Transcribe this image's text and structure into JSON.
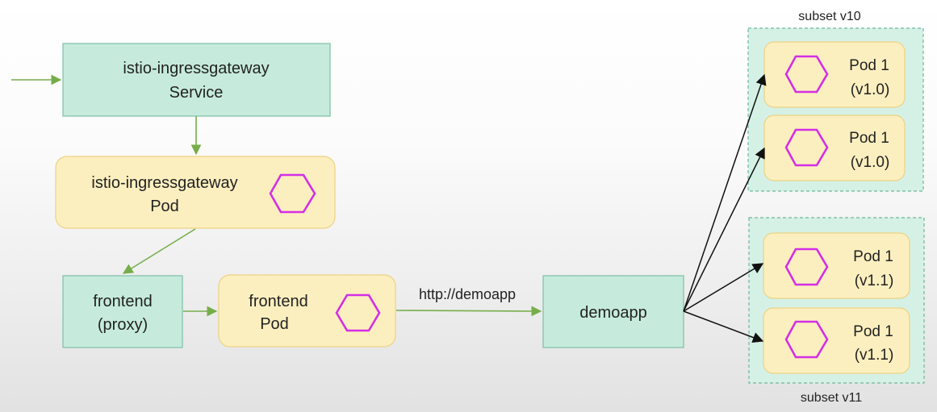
{
  "diagram": {
    "gateway_service": {
      "line1": "istio-ingressgateway",
      "line2": "Service"
    },
    "gateway_pod": {
      "line1": "istio-ingressgateway",
      "line2": "Pod"
    },
    "frontend_proxy": {
      "line1": "frontend",
      "line2": "(proxy)"
    },
    "frontend_pod": {
      "line1": "frontend",
      "line2": "Pod"
    },
    "demoapp": {
      "label": "demoapp"
    },
    "edge_label": "http://demoapp",
    "subset_v10": {
      "title": "subset v10",
      "pods": [
        {
          "name": "Pod 1",
          "version": "(v1.0)"
        },
        {
          "name": "Pod 1",
          "version": "(v1.0)"
        }
      ]
    },
    "subset_v11": {
      "title": "subset v11",
      "pods": [
        {
          "name": "Pod 1",
          "version": "(v1.1)"
        },
        {
          "name": "Pod 1",
          "version": "(v1.1)"
        }
      ]
    },
    "colors": {
      "service_fill": "#c6ebdc",
      "pod_fill": "#fcefbf",
      "hexagon_stroke": "#d42ee6",
      "green_edge": "#76ad4a",
      "black_edge": "#111111"
    }
  }
}
